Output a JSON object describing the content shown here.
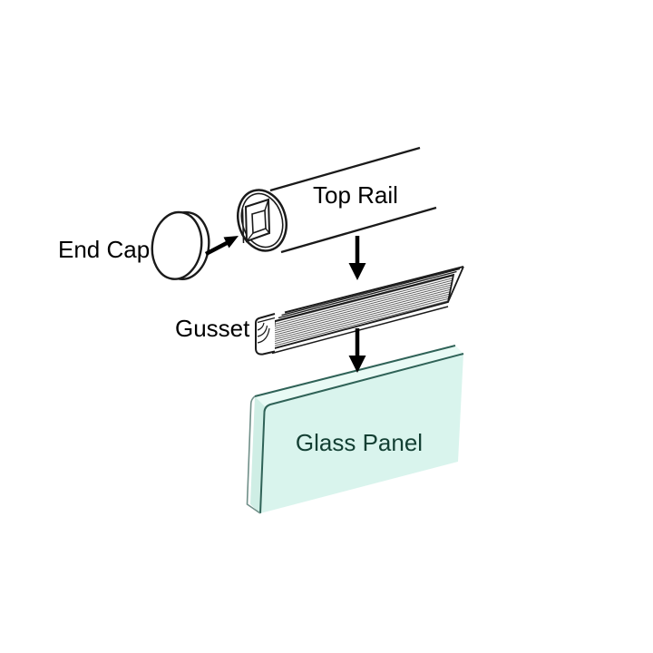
{
  "diagram": {
    "labels": {
      "end_cap": "End Cap",
      "top_rail": "Top Rail",
      "gusset": "Gusset",
      "glass_panel": "Glass Panel"
    },
    "colors": {
      "line": "#1a1a1a",
      "arrow": "#000000",
      "glass_fill": "#d9f4ed",
      "glass_top_fill": "#e9faf5",
      "glass_side_fill": "#cfeee5",
      "glass_outline": "#2f6257",
      "glass_side_outline": "#6f8f88",
      "glass_text": "#133f33",
      "label_text": "#000000"
    }
  }
}
